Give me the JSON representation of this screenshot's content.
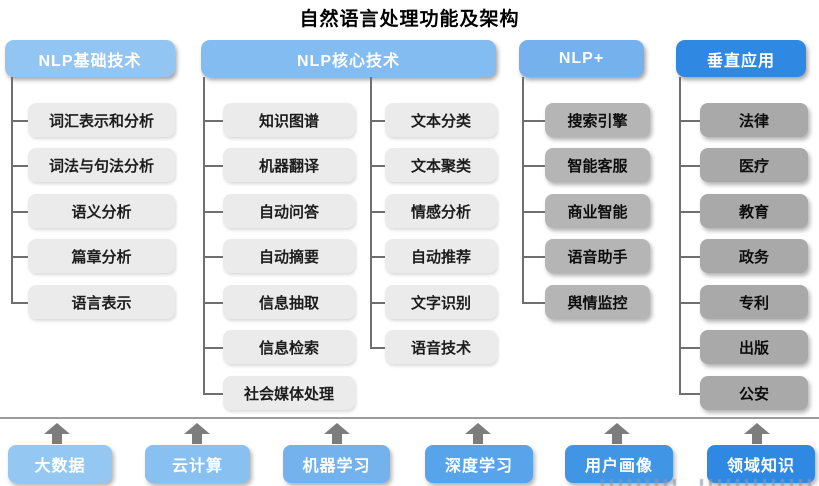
{
  "title": "自然语言处理功能及架构",
  "columns": {
    "basic": {
      "header": "NLP基础技术",
      "items": [
        "词汇表示和分析",
        "词法与句法分析",
        "语义分析",
        "篇章分析",
        "语言表示"
      ]
    },
    "core": {
      "header": "NLP核心技术",
      "items_left": [
        "知识图谱",
        "机器翻译",
        "自动问答",
        "自动摘要",
        "信息抽取",
        "信息检索",
        "社会媒体处理"
      ],
      "items_right": [
        "文本分类",
        "文本聚类",
        "情感分析",
        "自动推荐",
        "文字识别",
        "语音技术"
      ]
    },
    "nlp_plus": {
      "header": "NLP+",
      "items": [
        "搜索引擎",
        "智能客服",
        "商业智能",
        "语音助手",
        "舆情监控"
      ]
    },
    "vertical": {
      "header": "垂直应用",
      "items": [
        "法律",
        "医疗",
        "教育",
        "政务",
        "专利",
        "出版",
        "公安"
      ]
    }
  },
  "foundation": {
    "items": [
      "大数据",
      "云计算",
      "机器学习",
      "深度学习",
      "用户画像",
      "领域知识"
    ]
  },
  "colors": {
    "header_blue_light": "#92c5f2",
    "header_blue_strong": "#2f88e2",
    "item_gray_light": "#ebebeb",
    "item_gray_medium": "#b5b5b5",
    "item_gray_dark": "#a9a9a9",
    "foundation_blues": [
      "#94c8f3",
      "#88c1f1",
      "#74b2ee",
      "#57a4ea",
      "#4096e5",
      "#2f88e2"
    ],
    "connector_gray": "#6f6f6f"
  }
}
